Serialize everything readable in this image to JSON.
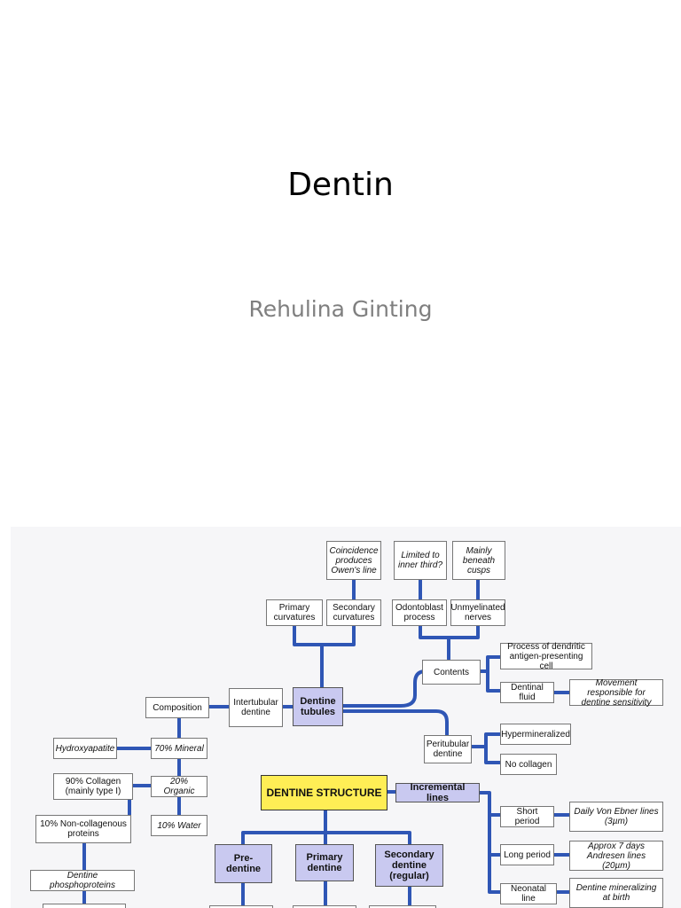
{
  "slide": {
    "title": "Dentin",
    "subtitle": "Rehulina Ginting"
  },
  "diagram": {
    "line_color": "#2f56b5",
    "main_color": "#ffee55",
    "highlight_color": "#c9c9f0",
    "nodes": {
      "coincidence": "Coincidence produces Owen's line",
      "limited": "Limited to inner third?",
      "mainly": "Mainly beneath cusps",
      "primary_curv": "Primary curvatures",
      "secondary_curv": "Secondary curvatures",
      "odontoblast": "Odontoblast process",
      "unmyelinated": "Unmyelinated nerves",
      "process_dendritic": "Process of dendritic antigen-presenting cell",
      "contents": "Contents",
      "dentinal_fluid": "Dentinal fluid",
      "movement": "Movement responsible for dentine sensitivity",
      "composition": "Composition",
      "intertubular": "Intertubular dentine",
      "tubules": "Dentine tubules",
      "hydroxyapatite": "Hydroxyapatite",
      "mineral": "70% Mineral",
      "peritubular": "Peritubular dentine",
      "hypermineralized": "Hypermineralized",
      "no_collagen": "No collagen",
      "collagen": "90% Collagen (mainly type I)",
      "organic": "20% Organic",
      "structure": "DENTINE STRUCTURE",
      "incremental": "Incremental lines",
      "noncollagenous": "10% Non-collagenous proteins",
      "water": "10% Water",
      "short_period": "Short period",
      "von_ebner": "Daily Von Ebner lines (3µm)",
      "predentine": "Pre-dentine",
      "primary_dentine": "Primary dentine",
      "secondary_dentine": "Secondary dentine (regular)",
      "long_period": "Long period",
      "andresen": "Approx 7 days Andresen lines (20µm)",
      "phosphoproteins": "Dentine phosphoproteins",
      "neonatal": "Neonatal line",
      "mineralizing": "Dentine mineralizing at birth"
    }
  }
}
